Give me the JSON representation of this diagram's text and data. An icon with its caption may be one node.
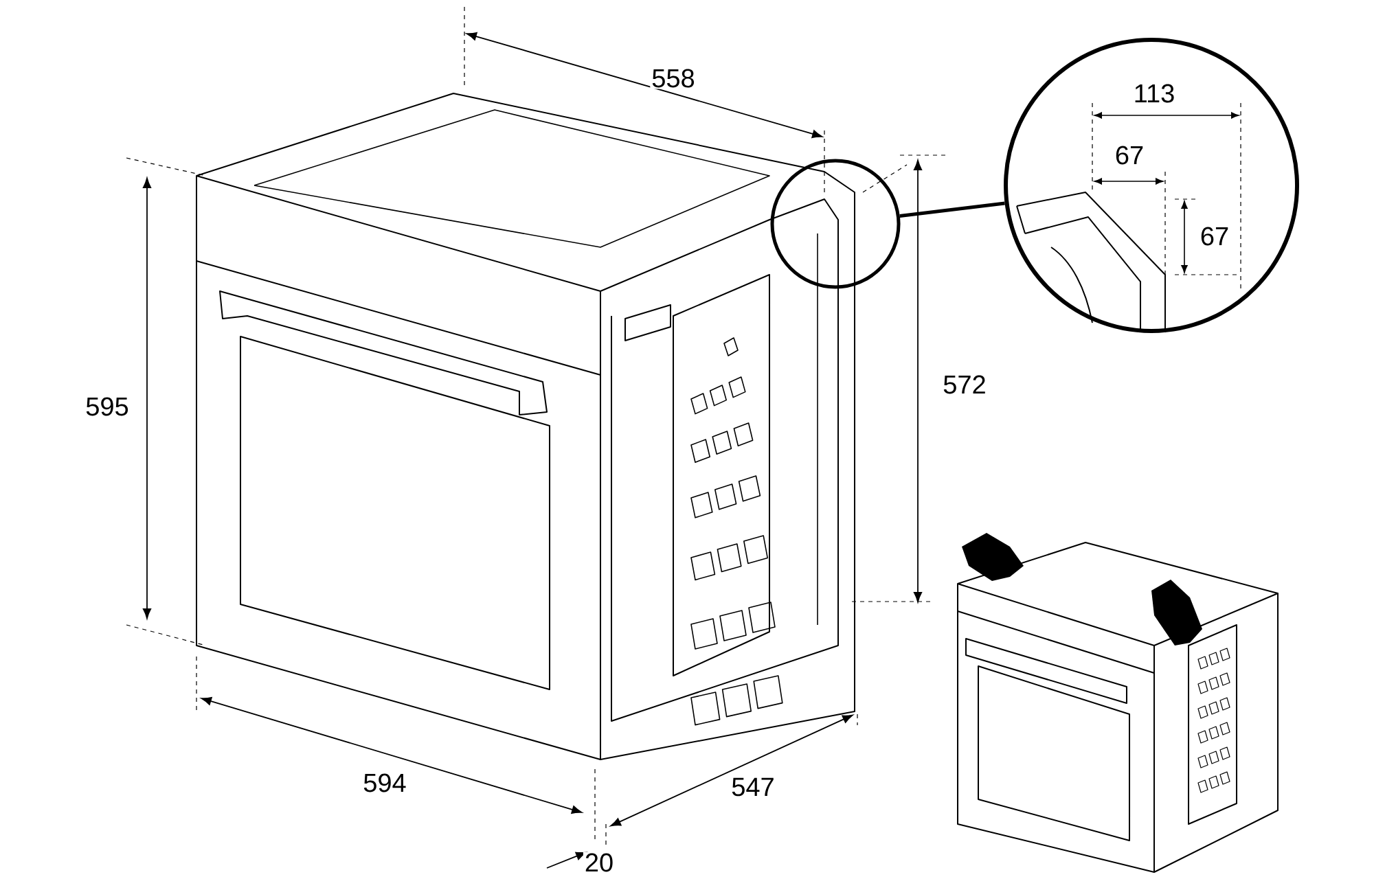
{
  "diagram": {
    "nodes": [
      {
        "text": [],
        "shape": "circle"
      },
      {
        "text": [
          "113",
          "67",
          "67"
        ]
      }
    ],
    "edges": [
      {
        "from": 0,
        "to": 1,
        "arrow": "none"
      }
    ],
    "labels": [
      "558",
      "595",
      "572",
      "594",
      "547",
      "20"
    ]
  }
}
